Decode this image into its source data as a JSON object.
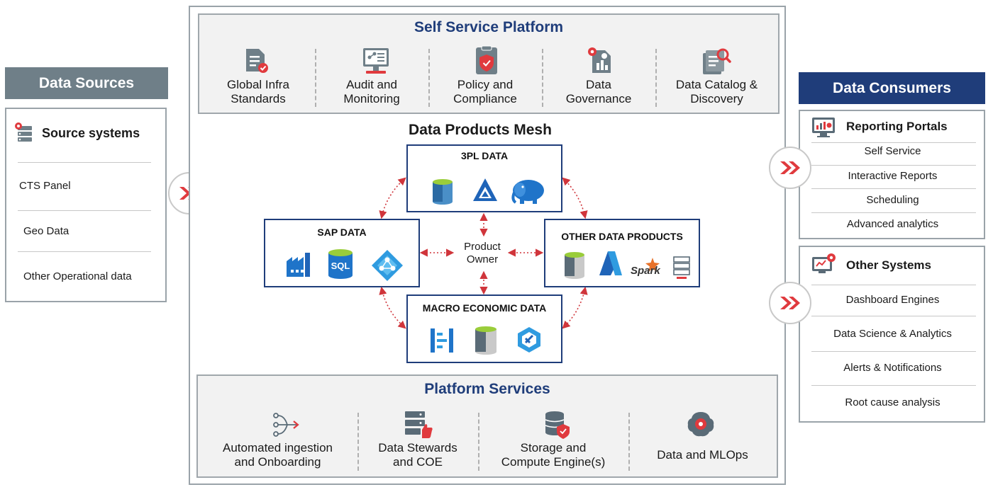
{
  "data_sources": {
    "header": "Data Sources",
    "title": "Source systems",
    "items": [
      "CTS Panel",
      "Geo Data",
      "Other Operational data"
    ]
  },
  "self_service": {
    "title": "Self Service Platform",
    "items": [
      {
        "line1": "Global Infra",
        "line2": "Standards",
        "icon": "document-check-icon"
      },
      {
        "line1": "Audit and",
        "line2": "Monitoring",
        "icon": "monitor-icon"
      },
      {
        "line1": "Policy and",
        "line2": "Compliance",
        "icon": "document-shield-icon"
      },
      {
        "line1": "Data",
        "line2": "Governance",
        "icon": "report-gear-icon"
      },
      {
        "line1": "Data Catalog &",
        "line2": "Discovery",
        "icon": "catalog-search-icon"
      }
    ]
  },
  "mesh": {
    "title": "Data Products Mesh",
    "center_line1": "Product",
    "center_line2": "Owner",
    "nodes": {
      "top": {
        "title": "3PL DATA"
      },
      "left": {
        "title": "SAP DATA",
        "sql_label": "SQL"
      },
      "right": {
        "title": "OTHER DATA PRODUCTS",
        "spark_label": "Spark"
      },
      "bottom": {
        "title": "MACRO ECONOMIC DATA"
      }
    }
  },
  "platform_services": {
    "title": "Platform Services",
    "items": [
      {
        "line1": "Automated ingestion",
        "line2": "and Onboarding",
        "icon": "ingestion-icon"
      },
      {
        "line1": "Data Stewards",
        "line2": "and COE",
        "icon": "server-thumbs-up-icon"
      },
      {
        "line1": "Storage and",
        "line2": "Compute Engine(s)",
        "icon": "database-shield-icon"
      },
      {
        "line1": "Data and MLOps",
        "line2": "",
        "icon": "brain-gear-icon"
      }
    ]
  },
  "data_consumers": {
    "header": "Data Consumers",
    "reporting": {
      "title": "Reporting Portals",
      "items": [
        "Self Service",
        "Interactive Reports",
        "Scheduling",
        "Advanced analytics"
      ]
    },
    "other": {
      "title": "Other Systems",
      "items": [
        "Dashboard Engines",
        "Data Science & Analytics",
        "Alerts & Notifications",
        "Root cause analysis"
      ]
    }
  },
  "colors": {
    "navy": "#1f3d7a",
    "slate": "#6f7f88",
    "red_accent": "#e03a3e",
    "panel_grey": "#f2f2f2"
  }
}
